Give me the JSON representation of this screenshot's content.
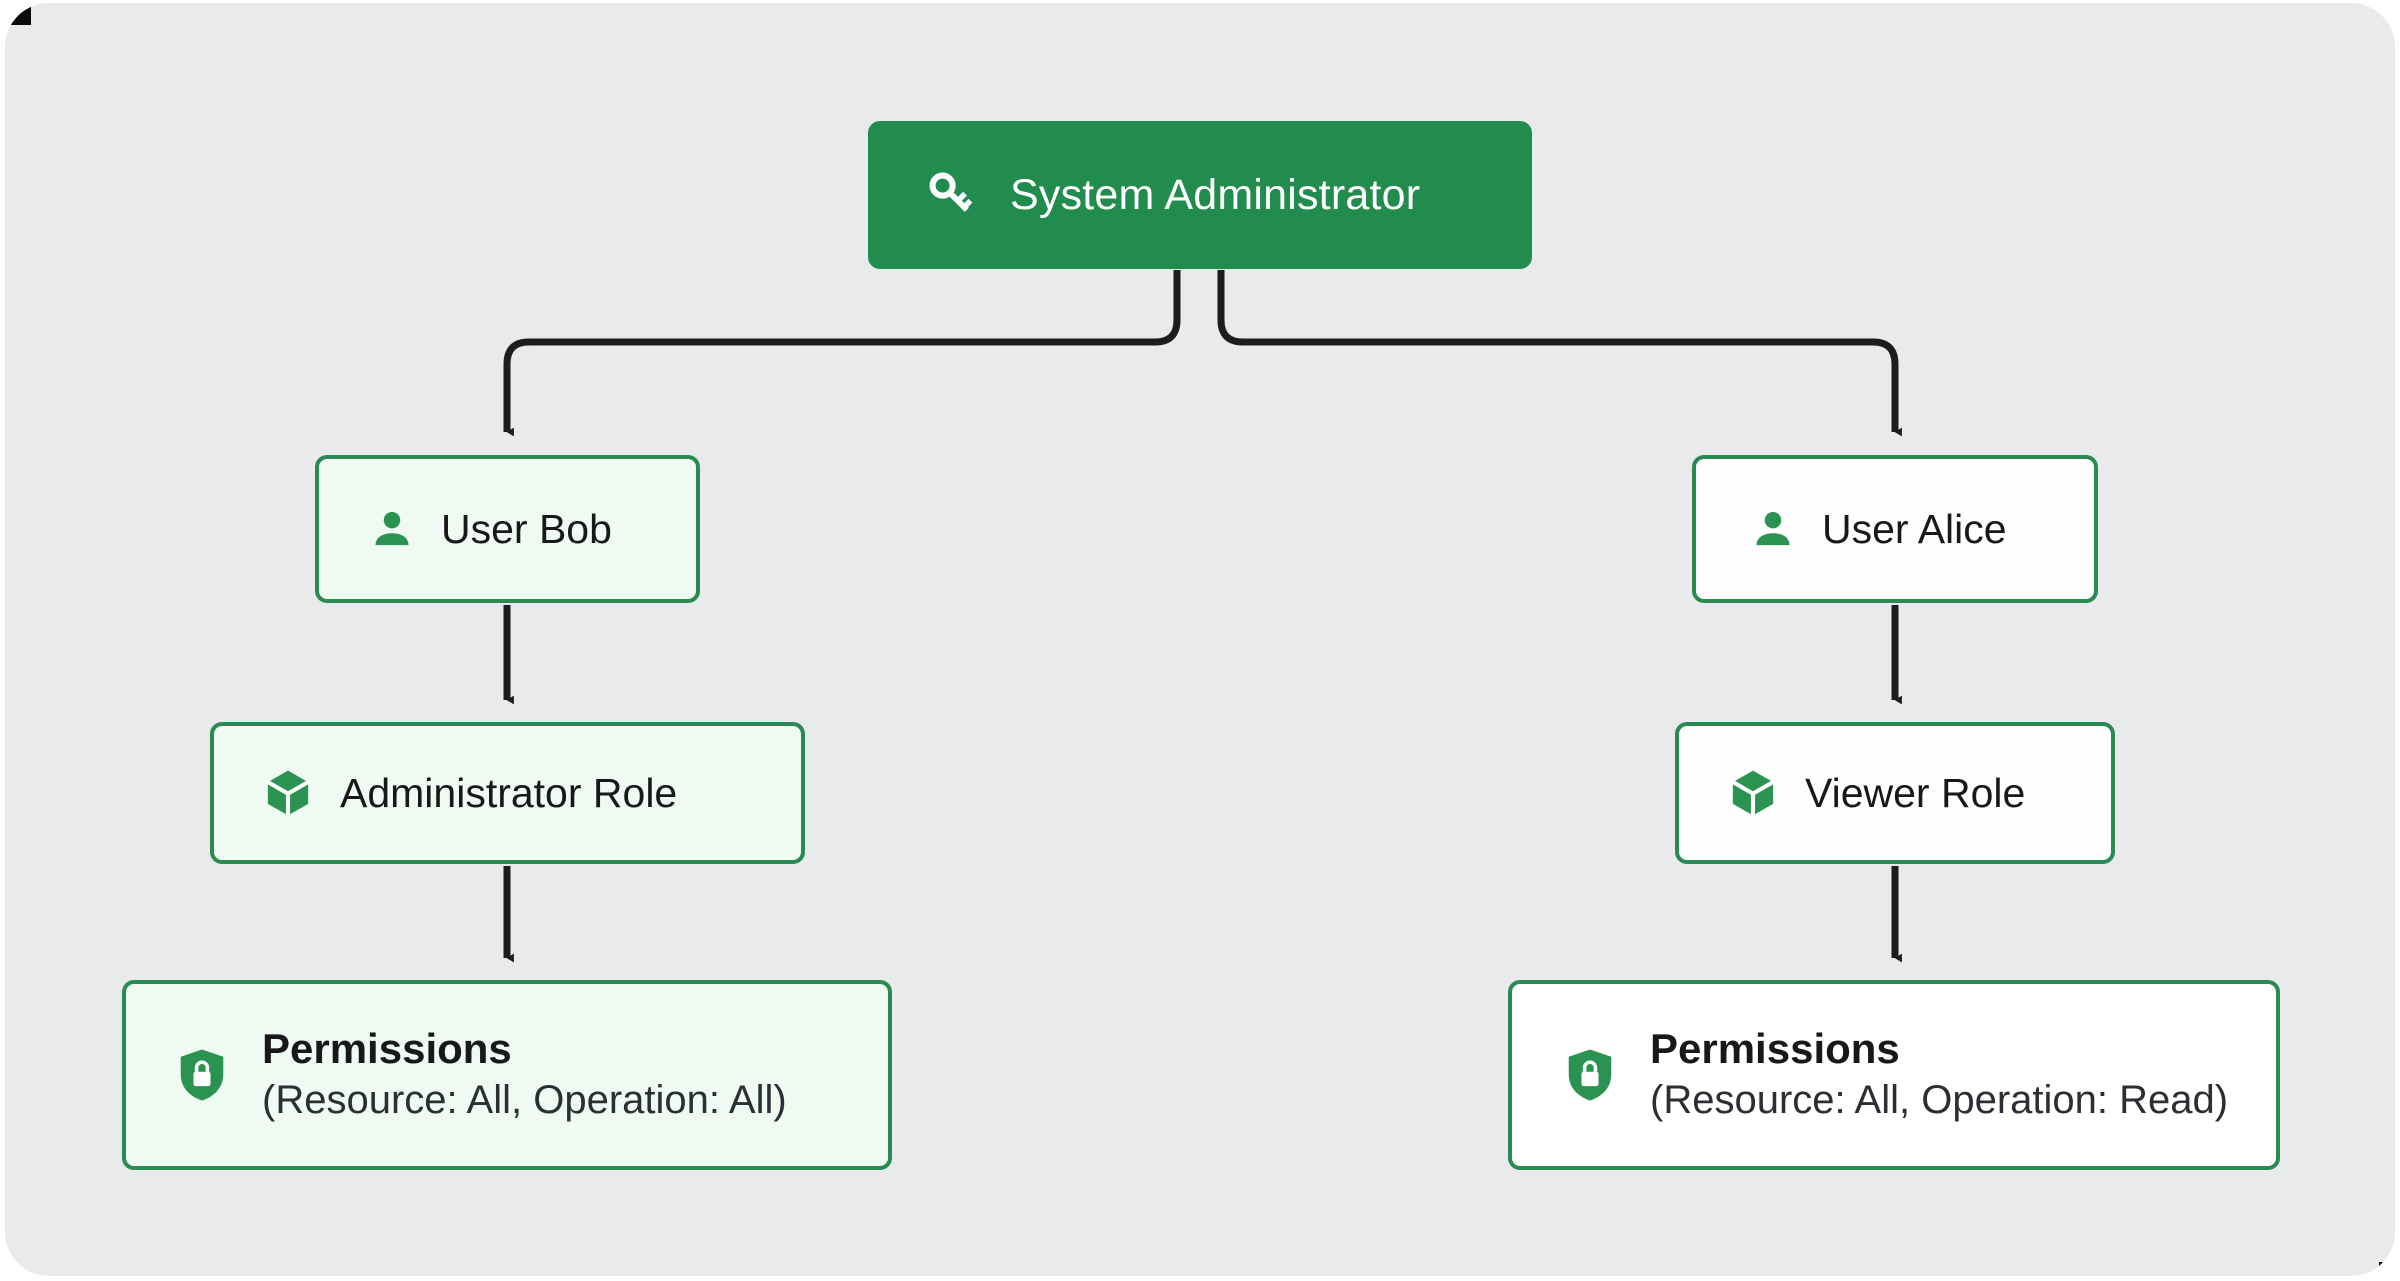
{
  "diagram": {
    "title_accent_color": "#228b4e",
    "border_color": "#2a8a51",
    "canvas_color": "#e8eaec",
    "highlight_fill": "#effbf2",
    "plain_fill": "#ffffff",
    "edge_color": "#1d1d20",
    "nodes": {
      "root": {
        "label": "System Administrator",
        "icon": "key-icon"
      },
      "user_bob": {
        "label": "User Bob",
        "icon": "user-icon"
      },
      "user_alice": {
        "label": "User Alice",
        "icon": "user-icon"
      },
      "role_admin": {
        "label": "Administrator Role",
        "icon": "cube-icon"
      },
      "role_viewer": {
        "label": "Viewer Role",
        "icon": "cube-icon"
      },
      "perm_admin": {
        "label": "Permissions",
        "detail": "(Resource: All, Operation: All)",
        "icon": "shield-lock-icon"
      },
      "perm_viewer": {
        "label": "Permissions",
        "detail": "(Resource: All, Operation: Read)",
        "icon": "shield-lock-icon"
      }
    },
    "edges": [
      {
        "from": "root",
        "to": "user_bob"
      },
      {
        "from": "root",
        "to": "user_alice"
      },
      {
        "from": "user_bob",
        "to": "role_admin"
      },
      {
        "from": "user_alice",
        "to": "role_viewer"
      },
      {
        "from": "role_admin",
        "to": "perm_admin"
      },
      {
        "from": "role_viewer",
        "to": "perm_viewer"
      }
    ]
  }
}
